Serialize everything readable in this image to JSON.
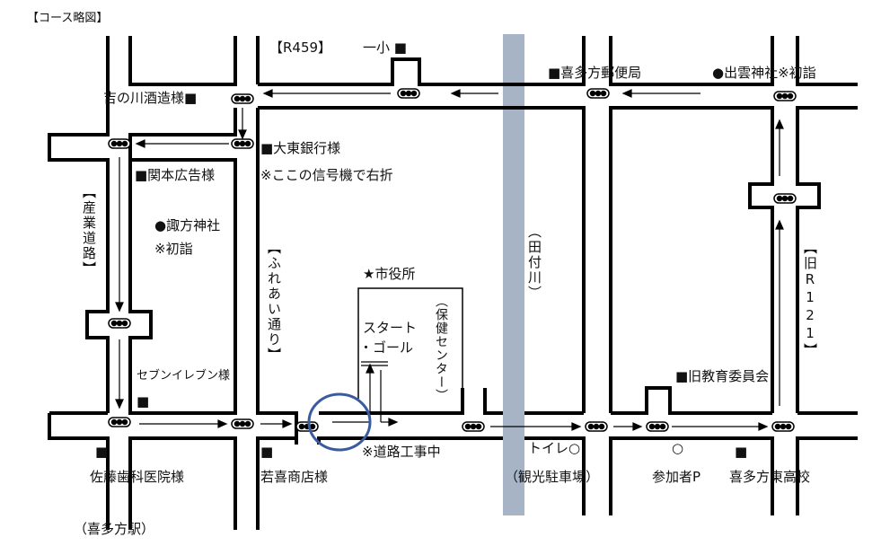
{
  "title": "【コース略図】",
  "roads": {
    "r459": "【R459】",
    "industrial_road": "【産業道路】",
    "fureai_street": "【ふれあい通り】",
    "old_r121": "【旧R121】",
    "river": "（田付川）"
  },
  "places": {
    "daiichi_school": "一小 ■",
    "yubinkyoku": "■喜多方郵便局",
    "izumo_shrine": "●出雲神社※初詣",
    "yoshinokawa_brewery": "吉の川酒造様■",
    "toho_bank": "■大東銀行様",
    "turn_note": "※ここの信号機で右折",
    "sekimoto_ad": "■関本広告様",
    "suwa_shrine": "●諏方神社",
    "suwa_note": "※初詣",
    "city_hall": "★市役所",
    "health_center": "（保健センター）",
    "start_goal_1": "スタート",
    "start_goal_2": "・ゴール",
    "seven_eleven": "セブンイレブン様",
    "seven_eleven_mark": "■",
    "old_education_board": "■旧教育委員会",
    "road_work": "※道路工事中",
    "toilet": "トイレ○",
    "kanko_parking": "（観光駐車場）",
    "participant_parking_mark": "○",
    "participant_parking": "参加者P",
    "higashi_high_mark": "■",
    "higashi_high": "喜多方東高校",
    "sato_dental_mark": "■",
    "sato_dental": "佐藤歯科医院様",
    "wakaki_store_mark": "■",
    "wakaki_store": "若喜商店様",
    "kitakata_station": "（喜多方駅）"
  },
  "colors": {
    "river": "#a7b4c6",
    "road_edge": "#000000",
    "highlight_circle": "#3a5ba0"
  }
}
